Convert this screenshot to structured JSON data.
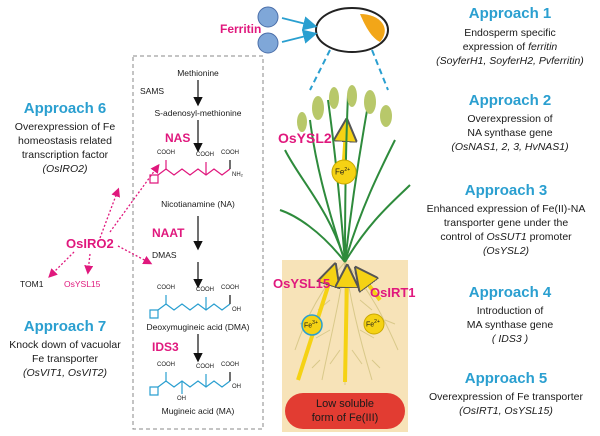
{
  "ferritin_label": "Ferritin",
  "approaches": [
    {
      "title": "Approach 1",
      "line1": "Endosperm specific",
      "line2_pre": "expression of ",
      "line2_it": "ferritin",
      "line3": "(SoyferH1, SoyferH2, Pvferritin)"
    },
    {
      "title": "Approach 2",
      "line1": "Overexpression of",
      "line2": "NA synthase gene",
      "line3": "(OsNAS1, 2, 3, HvNAS1)"
    },
    {
      "title": "Approach 3",
      "line1": "Enhanced expression of Fe(II)-NA",
      "line2": "transporter gene under the",
      "line3_pre": "control of ",
      "line3_it": "OsSUT1",
      "line3_post": " promoter",
      "line4": "(OsYSL2)"
    },
    {
      "title": "Approach 4",
      "line1": "Introduction of",
      "line2": "MA synthase gene",
      "line3": "( IDS3 )"
    },
    {
      "title": "Approach 5",
      "line1": "Overexpression of Fe transporter",
      "line2": "(OsIRT1, OsYSL15)"
    },
    {
      "title": "Approach 6",
      "line1": "Overexpression of Fe",
      "line2": "homeostasis related",
      "line3": "transcription factor",
      "line4": "(OsIRO2)"
    },
    {
      "title": "Approach 7",
      "line1": "Knock down of vacuolar",
      "line2": "Fe transporter",
      "line3": "(OsVIT1, OsVIT2)"
    }
  ],
  "pathway": {
    "methionine": "Methionine",
    "sams": "SAMS",
    "sam": "S-adenosyl-methionine",
    "nas": "NAS",
    "na": "Nicotianamine (NA)",
    "naat": "NAAT",
    "dmas": "DMAS",
    "dma": "Deoxymugineic acid (DMA)",
    "ids3": "IDS3",
    "ma": "Mugineic acid (MA)"
  },
  "osiro2": "OsIRO2",
  "tom1": "TOM1",
  "osysl15_small": "OsYSL15",
  "osysl2": "OsYSL2",
  "osysl15": "OsYSL15",
  "osirt1": "OsIRT1",
  "fe2": "Fe",
  "fe2_sup": "2+",
  "fe3": "Fe",
  "fe3_sup": "3+",
  "low_soluble_1": "Low soluble",
  "low_soluble_2": "form of Fe(III)",
  "chem": {
    "cooh": "COOH",
    "oh": "OH",
    "nh2": "NH",
    "n": "N"
  },
  "colors": {
    "accent": "#2a9fd0",
    "magenta": "#e0187d",
    "soil": "#f7e3b8",
    "fe_yellow": "#f5d214",
    "low_red": "#e23c32"
  }
}
